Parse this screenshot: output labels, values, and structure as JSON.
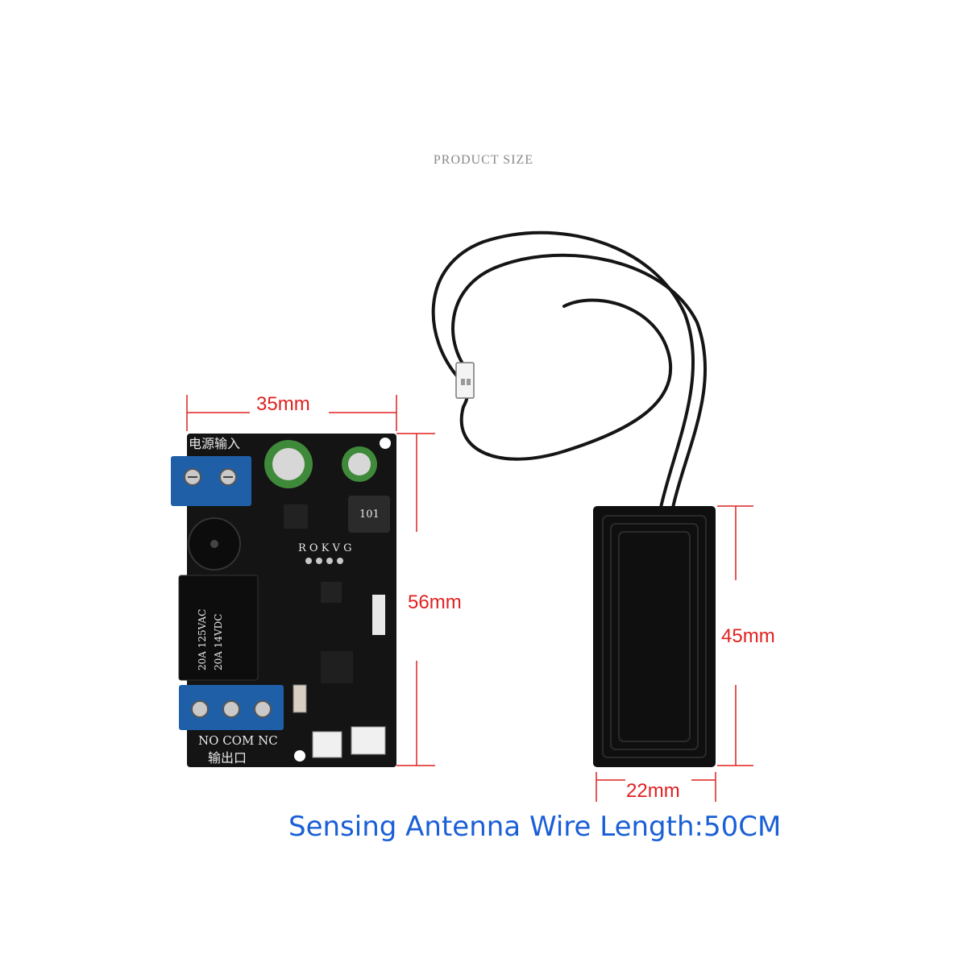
{
  "title": "PRODUCT SIZE",
  "dimensions": {
    "board_width": "35mm",
    "board_height": "56mm",
    "antenna_height": "45mm",
    "antenna_width": "22mm"
  },
  "board_labels": {
    "power_input": "电源输入",
    "terminals": "NO COM NC",
    "output_port": "输出口",
    "brand": "R O K V G",
    "inductor": "101",
    "relay_line1": "20A 125VAC",
    "relay_line2": "20A 14VDC"
  },
  "caption": "Sensing Antenna Wire Length:50CM",
  "colors": {
    "dimension": "#e02020",
    "caption": "#1a5fd6",
    "pcb": "#141414",
    "terminal": "#1f5fa8"
  }
}
